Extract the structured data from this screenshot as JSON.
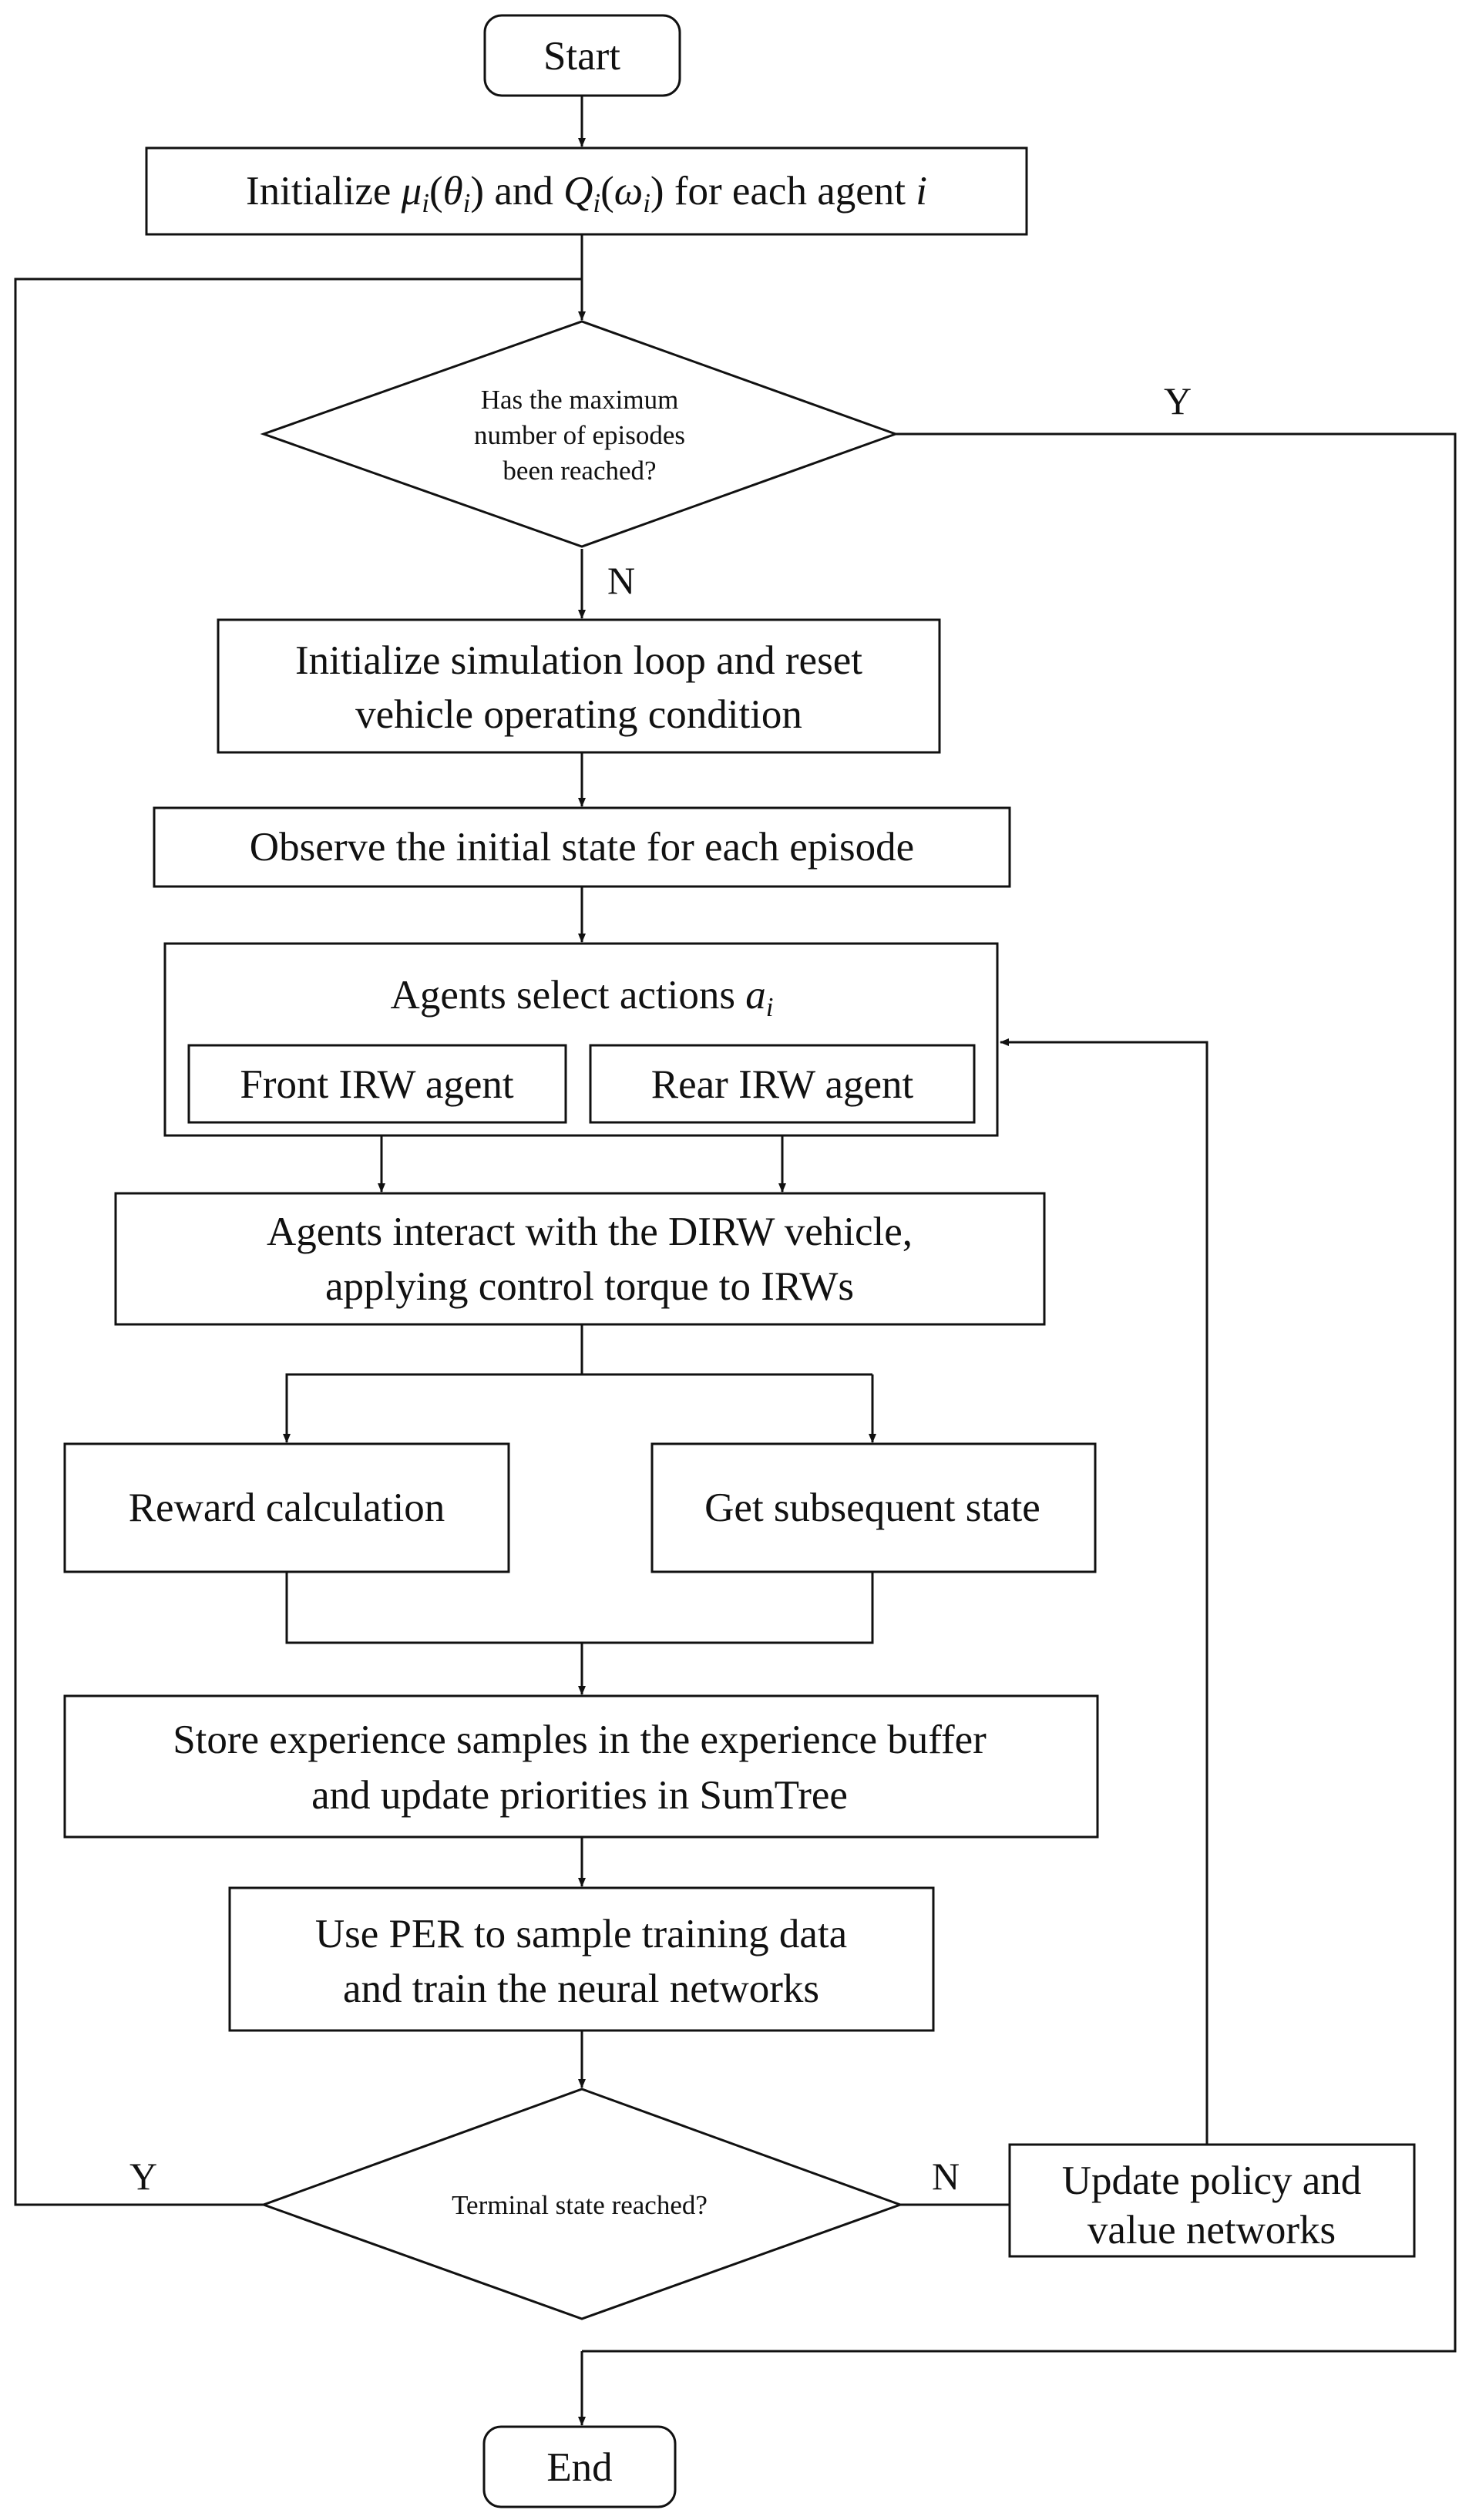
{
  "nodes": {
    "start": "Start",
    "init_agents": {
      "prefix": "Initialize ",
      "mu": "μ",
      "sub_i1": "i",
      "theta": "θ",
      "sub_i2": "i",
      "and": " and ",
      "q": "Q",
      "sub_i3": "i",
      "omega": "ω",
      "sub_i4": "i",
      "suffix": " for each agent ",
      "agent_var": "i",
      "lparen": "(",
      "rparen": ")"
    },
    "max_episodes": [
      "Has the maximum",
      "number of episodes",
      "been reached?"
    ],
    "init_sim": [
      "Initialize simulation loop and reset",
      "vehicle operating condition"
    ],
    "observe": "Observe the initial state for each episode",
    "agents_select": {
      "text": "Agents select actions ",
      "var": "a",
      "sub": "i"
    },
    "front_agent": "Front IRW agent",
    "rear_agent": "Rear IRW agent",
    "interact": [
      "Agents interact with the DIRW vehicle,",
      "applying control torque to IRWs"
    ],
    "reward": "Reward calculation",
    "subsequent": "Get subsequent state",
    "store": [
      "Store experience samples in the experience buffer",
      "and update priorities in SumTree"
    ],
    "per": [
      "Use PER to sample training data",
      "and train the neural networks"
    ],
    "terminal": "Terminal state reached?",
    "update": [
      "Update policy and",
      "value networks"
    ],
    "end": "End"
  },
  "edge_labels": {
    "max_yes": "Y",
    "max_no": "N",
    "terminal_yes": "Y",
    "terminal_no": "N"
  }
}
